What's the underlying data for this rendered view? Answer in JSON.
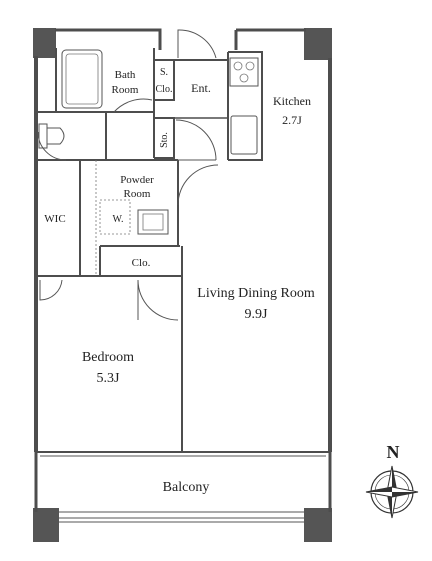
{
  "rooms": {
    "bath_line1": "Bath",
    "bath_line2": "Room",
    "shoe_closet_line1": "S.",
    "shoe_closet_line2": "Clo.",
    "entrance": "Ent.",
    "kitchen": "Kitchen",
    "kitchen_size": "2.7J",
    "storage": "Sto.",
    "powder_line1": "Powder",
    "powder_line2": "Room",
    "washer": "W.",
    "wic": "WIC",
    "closet": "Clo.",
    "living_line1": "Living Dining Room",
    "living_size": "9.9J",
    "bedroom": "Bedroom",
    "bedroom_size": "5.3J",
    "balcony": "Balcony"
  },
  "compass": {
    "north_label": "N",
    "icon": "compass-rose-icon"
  },
  "colors": {
    "wall": "#4d4d4d",
    "column": "#555555",
    "background": "#ffffff"
  }
}
